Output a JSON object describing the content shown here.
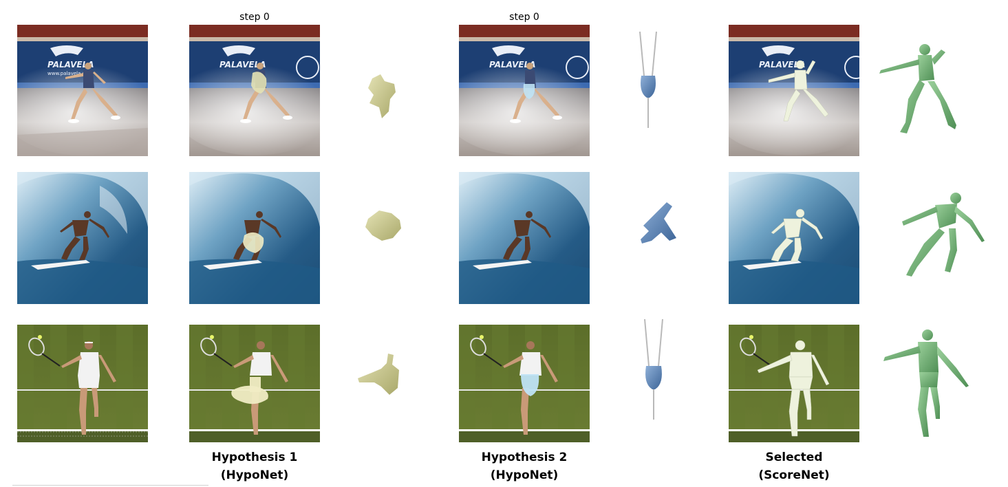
{
  "step_labels": [
    "step 0",
    "step 0"
  ],
  "captions": [
    {
      "line1": "Hypothesis 1",
      "line2": "(HypoNet)"
    },
    {
      "line1": "Hypothesis 2",
      "line2": "(HypoNet)"
    },
    {
      "line1": "Selected",
      "line2": "(ScoreNet)"
    }
  ],
  "rows": [
    {
      "name": "figure-skater",
      "arena_text": "PALAVELA",
      "arena_url": "www.palavela.com"
    },
    {
      "name": "surfer"
    },
    {
      "name": "tennis-player"
    }
  ],
  "colors": {
    "hypothesis1_mesh": "#cfcf9a",
    "hypothesis2_mesh": "#5f86b8",
    "selected_overlay": "#eef2dd",
    "selected_mesh": "#6faa6f"
  }
}
